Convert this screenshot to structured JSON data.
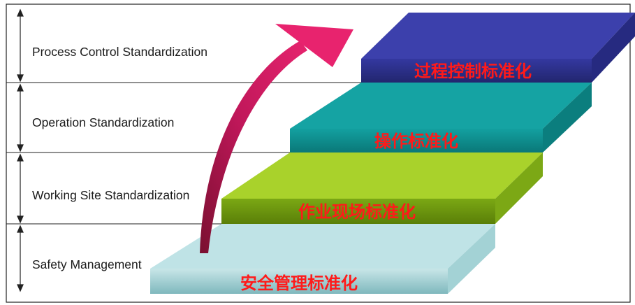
{
  "rows": [
    {
      "label": "Process Control Standardization"
    },
    {
      "label": "Operation Standardization"
    },
    {
      "label": "Working Site Standardization"
    },
    {
      "label": "Safety Management"
    }
  ],
  "steps": [
    {
      "label": "过程控制标准化",
      "front_color": "#2b2f8f",
      "top_color": "#3a3fa8",
      "side_color": "#23277a"
    },
    {
      "label": "操作标准化",
      "front_color": "#0f8f8f",
      "top_color": "#129c9c",
      "side_color": "#0c7b7b"
    },
    {
      "label": "作业现场标准化",
      "front_color": "#7aa510",
      "top_color": "#a8d12a",
      "side_color": "#6f9a0e"
    },
    {
      "label": "安全管理标准化",
      "front_color": "#8fc4c8",
      "top_color": "#bfe3e6",
      "side_color": "#9ccfd2"
    }
  ],
  "arrow_color": "#cc1f5e",
  "label_color": "#ff1a1a"
}
